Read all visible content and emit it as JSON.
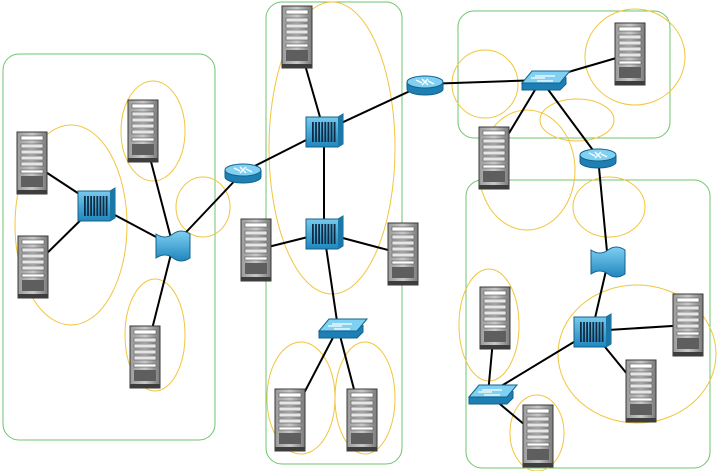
{
  "diagram": {
    "type": "network-topology",
    "colors": {
      "background": "#ffffff",
      "domain_border": "#6cc46c",
      "ellipse_stroke": "#f2c53d",
      "link": "#000000",
      "device_blue": "#2f9fd6",
      "device_blue_dark": "#1a6f9c",
      "server_gray": "#6f6f6f"
    },
    "nodes": [
      {
        "id": "s_left_1",
        "kind": "server"
      },
      {
        "id": "s_left_2",
        "kind": "server"
      },
      {
        "id": "s_left_top",
        "kind": "server"
      },
      {
        "id": "s_left_bottom",
        "kind": "server"
      },
      {
        "id": "hub_left",
        "kind": "hub"
      },
      {
        "id": "bridge_left",
        "kind": "bridge"
      },
      {
        "id": "router_left",
        "kind": "router"
      },
      {
        "id": "s_mid_top",
        "kind": "server"
      },
      {
        "id": "hub_mid_1",
        "kind": "hub"
      },
      {
        "id": "hub_mid_2",
        "kind": "hub"
      },
      {
        "id": "s_mid_left",
        "kind": "server"
      },
      {
        "id": "s_mid_right",
        "kind": "server"
      },
      {
        "id": "switch_mid",
        "kind": "switch"
      },
      {
        "id": "s_mid_b1",
        "kind": "server"
      },
      {
        "id": "s_mid_b2",
        "kind": "server"
      },
      {
        "id": "router_top",
        "kind": "router"
      },
      {
        "id": "switch_tr",
        "kind": "switch"
      },
      {
        "id": "s_tr",
        "kind": "server"
      },
      {
        "id": "s_tr_below",
        "kind": "server"
      },
      {
        "id": "router_right",
        "kind": "router"
      },
      {
        "id": "bridge_right",
        "kind": "bridge"
      },
      {
        "id": "hub_br",
        "kind": "hub"
      },
      {
        "id": "s_br_1",
        "kind": "server"
      },
      {
        "id": "s_br_2",
        "kind": "server"
      },
      {
        "id": "s_br_left",
        "kind": "server"
      },
      {
        "id": "switch_br",
        "kind": "switch"
      },
      {
        "id": "s_br_bottom",
        "kind": "server"
      }
    ],
    "links": [
      [
        "s_left_1",
        "hub_left"
      ],
      [
        "s_left_2",
        "hub_left"
      ],
      [
        "hub_left",
        "bridge_left"
      ],
      [
        "s_left_top",
        "bridge_left"
      ],
      [
        "s_left_bottom",
        "bridge_left"
      ],
      [
        "bridge_left",
        "router_left"
      ],
      [
        "router_left",
        "hub_mid_1"
      ],
      [
        "s_mid_top",
        "hub_mid_1"
      ],
      [
        "hub_mid_1",
        "router_top"
      ],
      [
        "hub_mid_1",
        "hub_mid_2"
      ],
      [
        "s_mid_left",
        "hub_mid_2"
      ],
      [
        "hub_mid_2",
        "s_mid_right"
      ],
      [
        "hub_mid_2",
        "switch_mid"
      ],
      [
        "switch_mid",
        "s_mid_b1"
      ],
      [
        "switch_mid",
        "s_mid_b2"
      ],
      [
        "router_top",
        "switch_tr"
      ],
      [
        "switch_tr",
        "s_tr"
      ],
      [
        "switch_tr",
        "s_tr_below"
      ],
      [
        "switch_tr",
        "router_right"
      ],
      [
        "router_right",
        "bridge_right"
      ],
      [
        "bridge_right",
        "hub_br"
      ],
      [
        "hub_br",
        "s_br_1"
      ],
      [
        "hub_br",
        "s_br_2"
      ],
      [
        "hub_br",
        "switch_br"
      ],
      [
        "s_br_left",
        "switch_br"
      ],
      [
        "switch_br",
        "s_br_bottom"
      ]
    ]
  }
}
